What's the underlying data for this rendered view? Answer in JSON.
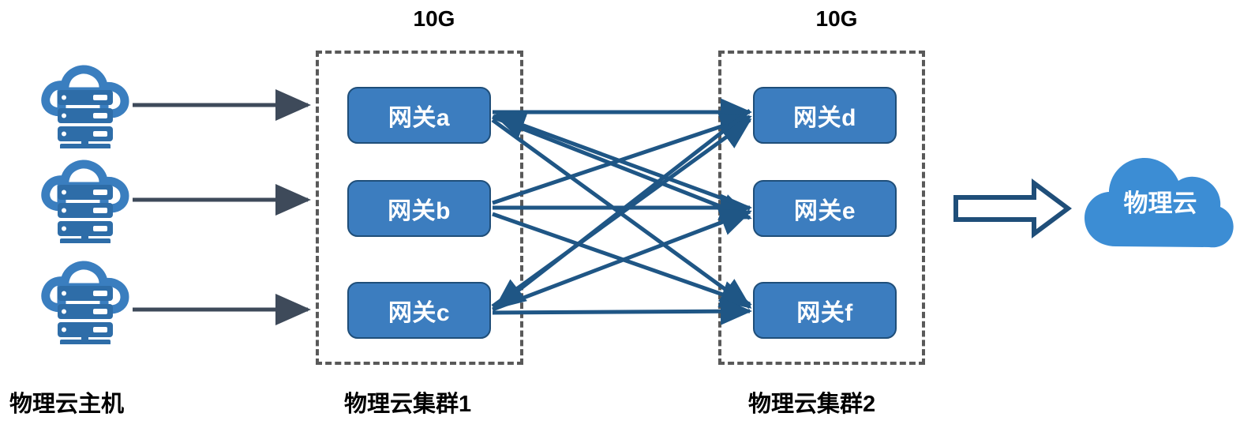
{
  "diagram": {
    "title_labels": {
      "link_speed_left": "10G",
      "link_speed_right": "10G"
    },
    "bottom_labels": {
      "hosts": "物理云主机",
      "cluster1": "物理云集群1",
      "cluster2": "物理云集群2"
    },
    "hosts": [
      {
        "name": "host-1",
        "icon": "cloud-server-icon"
      },
      {
        "name": "host-2",
        "icon": "cloud-server-icon"
      },
      {
        "name": "host-3",
        "icon": "cloud-server-icon"
      }
    ],
    "cluster1": {
      "label": "物理云集群1",
      "gateways": [
        {
          "id": "a",
          "label": "网关a"
        },
        {
          "id": "b",
          "label": "网关b"
        },
        {
          "id": "c",
          "label": "网关c"
        }
      ]
    },
    "cluster2": {
      "label": "物理云集群2",
      "gateways": [
        {
          "id": "d",
          "label": "网关d"
        },
        {
          "id": "e",
          "label": "网关e"
        },
        {
          "id": "f",
          "label": "网关f"
        }
      ]
    },
    "target_cloud": {
      "label": "物理云",
      "icon": "cloud-shape"
    },
    "flow_arrow": {
      "name": "block-arrow-right",
      "direction": "right"
    },
    "links": [
      {
        "from": "a",
        "to": "d"
      },
      {
        "from": "a",
        "to": "e"
      },
      {
        "from": "a",
        "to": "f"
      },
      {
        "from": "b",
        "to": "d"
      },
      {
        "from": "b",
        "to": "e"
      },
      {
        "from": "b",
        "to": "f"
      },
      {
        "from": "c",
        "to": "d"
      },
      {
        "from": "c",
        "to": "e"
      },
      {
        "from": "c",
        "to": "f"
      },
      {
        "from": "c",
        "to": "a"
      }
    ],
    "colors": {
      "gateway_fill": "#3C7DBF",
      "gateway_border": "#1F4E79",
      "gateway_text": "#FFFFFF",
      "link_line": "#1F5685",
      "input_arrow": "#3E4A5A",
      "dashed_box": "#595959",
      "cloud_icon": "#3A7EBF",
      "cloud_server": "#2E6DA8",
      "big_cloud": "#3C8DD4",
      "block_arrow_outline": "#1F4E79",
      "label_text": "#000000"
    }
  }
}
